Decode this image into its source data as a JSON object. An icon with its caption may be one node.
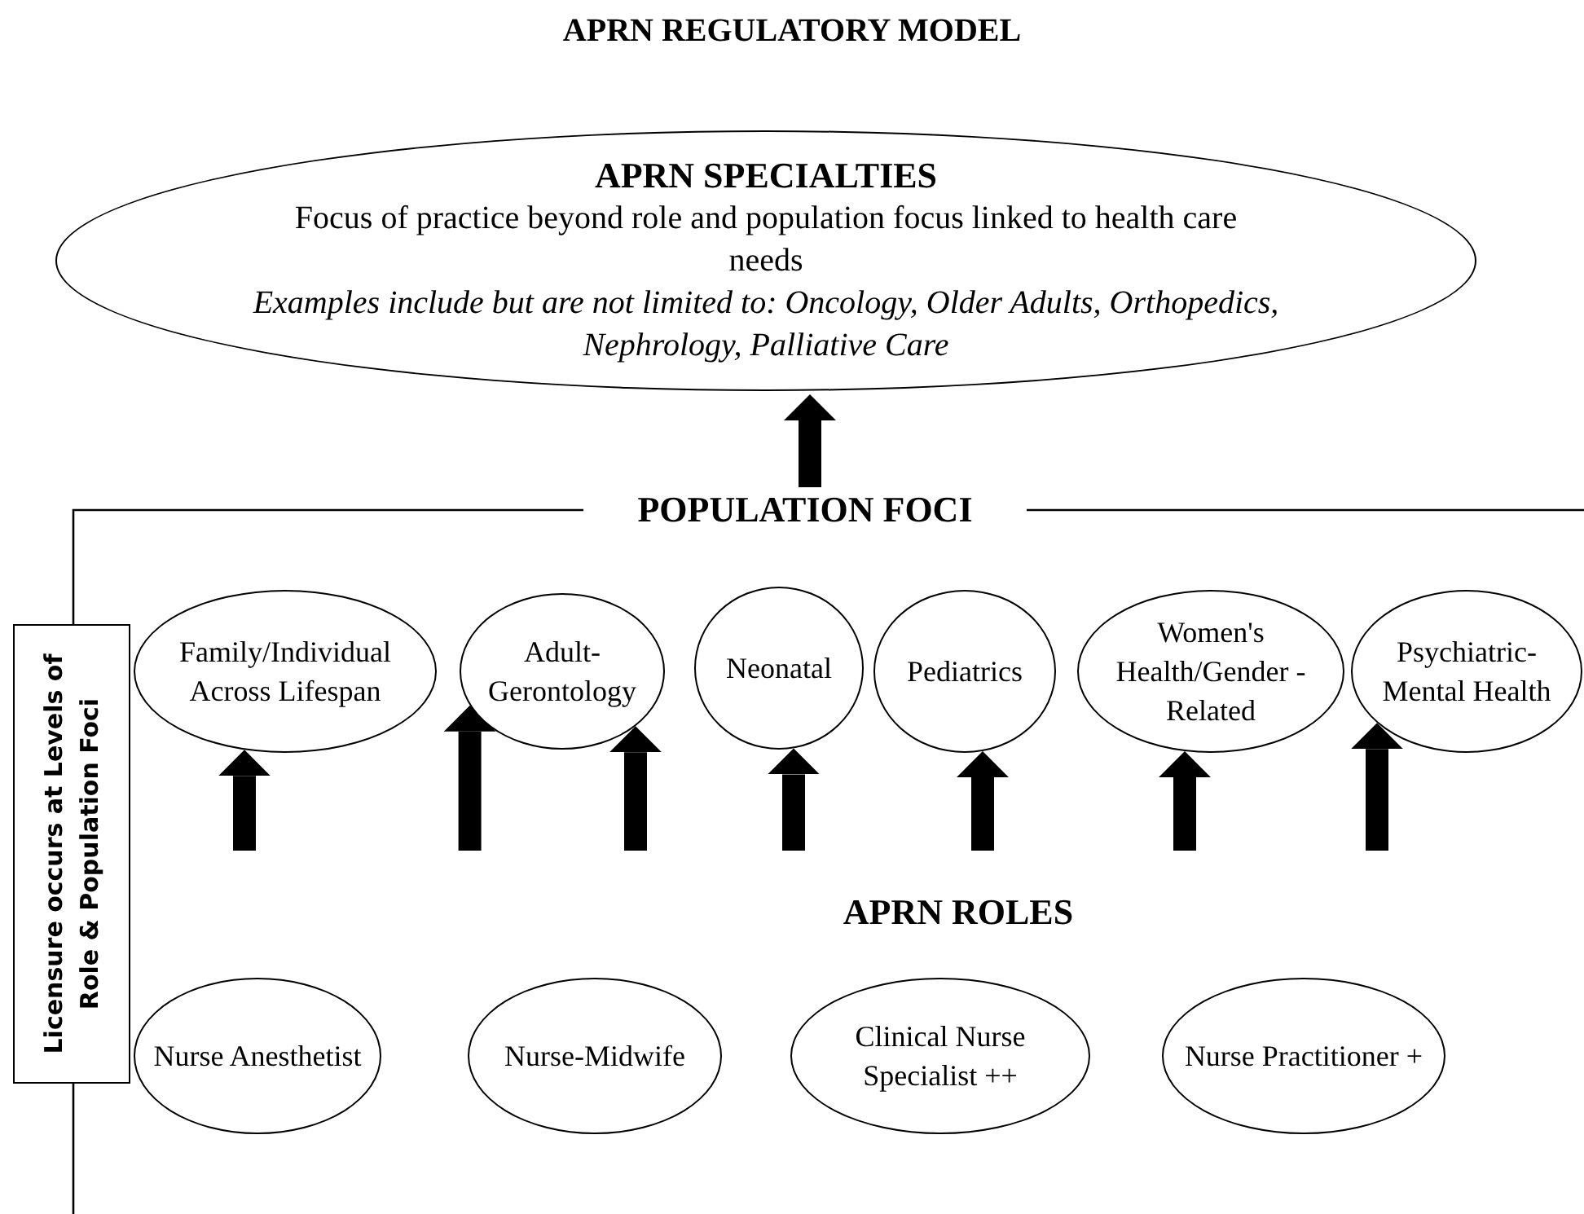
{
  "diagram": {
    "title": "APRN REGULATORY MODEL",
    "nodes": [
      {
        "text": [
          "APRN SPECIALTIES",
          "Focus of practice beyond role and population focus linked to health care needs",
          "Examples include but are not limited to: Oncology, Older Adults, Orthopedics, Nephrology, Palliative Care"
        ]
      },
      {
        "text": [
          "POPULATION FOCI"
        ]
      },
      {
        "text": [
          "Family/Individual Across Lifespan"
        ]
      },
      {
        "text": [
          "Adult-Gerontology"
        ]
      },
      {
        "text": [
          "Neonatal"
        ]
      },
      {
        "text": [
          "Pediatrics"
        ]
      },
      {
        "text": [
          "Women's Health/Gender -Related"
        ]
      },
      {
        "text": [
          "Psychiatric-Mental Health"
        ]
      },
      {
        "text": [
          "APRN ROLES"
        ]
      },
      {
        "text": [
          "Nurse Anesthetist"
        ]
      },
      {
        "text": [
          "Nurse-Midwife"
        ]
      },
      {
        "text": [
          "Clinical Nurse Specialist ++"
        ]
      },
      {
        "text": [
          "Nurse Practitioner +"
        ]
      },
      {
        "text": [
          "Licensure occurs at Levels of Role & Population Foci"
        ]
      }
    ],
    "edges": [
      {
        "from": 1,
        "to": 0,
        "arrow": "to"
      },
      {
        "from": null,
        "to": 2,
        "arrow": "to"
      },
      {
        "from": null,
        "to": 3,
        "arrow": "to"
      },
      {
        "from": null,
        "to": 3,
        "arrow": "to"
      },
      {
        "from": null,
        "to": 4,
        "arrow": "to"
      },
      {
        "from": null,
        "to": 5,
        "arrow": "to"
      },
      {
        "from": null,
        "to": 6,
        "arrow": "to"
      },
      {
        "from": null,
        "to": 7,
        "arrow": "to"
      }
    ]
  }
}
